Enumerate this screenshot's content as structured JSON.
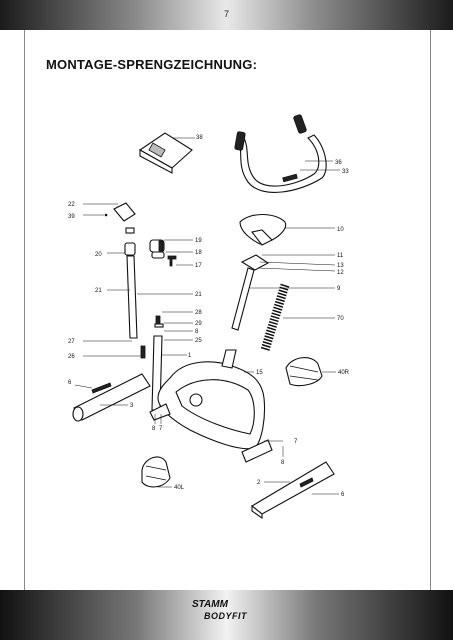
{
  "header": {
    "page_number": "7"
  },
  "title": "MONTAGE-SPRENGZEICHNUNG:",
  "footer": {
    "logo_top": "STAMM",
    "logo_bottom": "BODYFIT"
  },
  "parts": {
    "p38": "38",
    "p36": "36",
    "p33": "33",
    "p22": "22",
    "p39": "39",
    "p10": "10",
    "p19": "19",
    "p20": "20",
    "p18": "18",
    "p17": "17",
    "p11": "11",
    "p13": "13",
    "p12": "12",
    "p9": "9",
    "p21a": "21",
    "p21b": "21",
    "p28": "28",
    "p29": "29",
    "p8a": "8",
    "p25": "25",
    "p70": "70",
    "p27": "27",
    "p26": "26",
    "p1": "1",
    "p15": "15",
    "p40R": "40R",
    "p6a": "6",
    "p3": "3",
    "p8b": "8",
    "p7a": "7",
    "p7b": "7",
    "p8c": "8",
    "p40L": "40L",
    "p2": "2",
    "p6b": "6"
  }
}
